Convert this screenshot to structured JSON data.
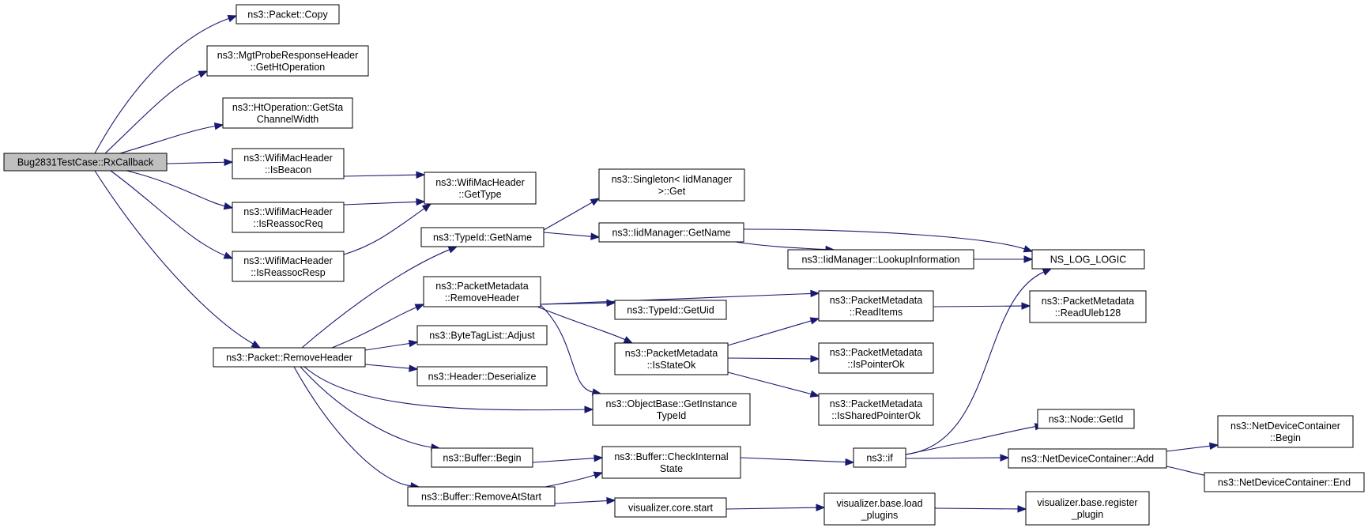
{
  "diagram": {
    "nodes": [
      {
        "id": "rx",
        "lines": [
          "Bug2831TestCase::RxCallback"
        ],
        "root": true
      },
      {
        "id": "copy",
        "lines": [
          "ns3::Packet::Copy"
        ]
      },
      {
        "id": "mgt",
        "lines": [
          "ns3::MgtProbeResponseHeader",
          "::GetHtOperation"
        ]
      },
      {
        "id": "htop",
        "lines": [
          "ns3::HtOperation::GetSta",
          "ChannelWidth"
        ]
      },
      {
        "id": "isbeacon",
        "lines": [
          "ns3::WifiMacHeader",
          "::IsBeacon"
        ]
      },
      {
        "id": "isreassocreq",
        "lines": [
          "ns3::WifiMacHeader",
          "::IsReassocReq"
        ]
      },
      {
        "id": "isreassocresp",
        "lines": [
          "ns3::WifiMacHeader",
          "::IsReassocResp"
        ]
      },
      {
        "id": "gettype",
        "lines": [
          "ns3::WifiMacHeader",
          "::GetType"
        ]
      },
      {
        "id": "removeheader",
        "lines": [
          "ns3::Packet::RemoveHeader"
        ]
      },
      {
        "id": "typeid_getname",
        "lines": [
          "ns3::TypeId::GetName"
        ]
      },
      {
        "id": "pm_removeheader",
        "lines": [
          "ns3::PacketMetadata",
          "::RemoveHeader"
        ]
      },
      {
        "id": "bytetag",
        "lines": [
          "ns3::ByteTagList::Adjust"
        ]
      },
      {
        "id": "deserialize",
        "lines": [
          "ns3::Header::Deserialize"
        ]
      },
      {
        "id": "buf_begin",
        "lines": [
          "ns3::Buffer::Begin"
        ]
      },
      {
        "id": "buf_removeatstart",
        "lines": [
          "ns3::Buffer::RemoveAtStart"
        ]
      },
      {
        "id": "singleton",
        "lines": [
          "ns3::Singleton< IidManager",
          ">::Get"
        ]
      },
      {
        "id": "iid_getname",
        "lines": [
          "ns3::IidManager::GetName"
        ]
      },
      {
        "id": "iid_lookup",
        "lines": [
          "ns3::IidManager::LookupInformation"
        ]
      },
      {
        "id": "getuid",
        "lines": [
          "ns3::TypeId::GetUid"
        ]
      },
      {
        "id": "isstateok",
        "lines": [
          "ns3::PacketMetadata",
          "::IsStateOk"
        ]
      },
      {
        "id": "objectbase",
        "lines": [
          "ns3::ObjectBase::GetInstance",
          "TypeId"
        ]
      },
      {
        "id": "checkinternal",
        "lines": [
          "ns3::Buffer::CheckInternal",
          "State"
        ]
      },
      {
        "id": "viz_core",
        "lines": [
          "visualizer.core.start"
        ]
      },
      {
        "id": "nslog",
        "lines": [
          "NS_LOG_LOGIC"
        ]
      },
      {
        "id": "readitems",
        "lines": [
          "ns3::PacketMetadata",
          "::ReadItems"
        ]
      },
      {
        "id": "ispointerok",
        "lines": [
          "ns3::PacketMetadata",
          "::IsPointerOk"
        ]
      },
      {
        "id": "issharedok",
        "lines": [
          "ns3::PacketMetadata",
          "::IsSharedPointerOk"
        ]
      },
      {
        "id": "nsif",
        "lines": [
          "ns3::if"
        ]
      },
      {
        "id": "viz_load",
        "lines": [
          "visualizer.base.load",
          "_plugins"
        ]
      },
      {
        "id": "readuleb",
        "lines": [
          "ns3::PacketMetadata",
          "::ReadUleb128"
        ]
      },
      {
        "id": "nodegetid",
        "lines": [
          "ns3::Node::GetId"
        ]
      },
      {
        "id": "ndc_add",
        "lines": [
          "ns3::NetDeviceContainer::Add"
        ]
      },
      {
        "id": "viz_register",
        "lines": [
          "visualizer.base.register",
          "_plugin"
        ]
      },
      {
        "id": "ndc_begin",
        "lines": [
          "ns3::NetDeviceContainer",
          "::Begin"
        ]
      },
      {
        "id": "ndc_end",
        "lines": [
          "ns3::NetDeviceContainer::End"
        ]
      }
    ],
    "edges": [
      [
        "rx",
        "copy"
      ],
      [
        "rx",
        "mgt"
      ],
      [
        "rx",
        "htop"
      ],
      [
        "rx",
        "isbeacon"
      ],
      [
        "rx",
        "isreassocreq"
      ],
      [
        "rx",
        "isreassocresp"
      ],
      [
        "rx",
        "removeheader"
      ],
      [
        "isbeacon",
        "gettype"
      ],
      [
        "isreassocreq",
        "gettype"
      ],
      [
        "isreassocresp",
        "gettype"
      ],
      [
        "removeheader",
        "typeid_getname"
      ],
      [
        "removeheader",
        "pm_removeheader"
      ],
      [
        "removeheader",
        "bytetag"
      ],
      [
        "removeheader",
        "deserialize"
      ],
      [
        "removeheader",
        "objectbase"
      ],
      [
        "removeheader",
        "buf_begin"
      ],
      [
        "removeheader",
        "buf_removeatstart"
      ],
      [
        "typeid_getname",
        "singleton"
      ],
      [
        "typeid_getname",
        "iid_getname"
      ],
      [
        "iid_getname",
        "iid_lookup"
      ],
      [
        "iid_getname",
        "nslog"
      ],
      [
        "iid_lookup",
        "nslog"
      ],
      [
        "pm_removeheader",
        "readitems"
      ],
      [
        "pm_removeheader",
        "getuid"
      ],
      [
        "pm_removeheader",
        "isstateok"
      ],
      [
        "pm_removeheader",
        "objectbase"
      ],
      [
        "isstateok",
        "readitems"
      ],
      [
        "isstateok",
        "ispointerok"
      ],
      [
        "isstateok",
        "issharedok"
      ],
      [
        "readitems",
        "readuleb"
      ],
      [
        "buf_begin",
        "checkinternal"
      ],
      [
        "buf_removeatstart",
        "checkinternal"
      ],
      [
        "buf_removeatstart",
        "viz_core"
      ],
      [
        "checkinternal",
        "nsif"
      ],
      [
        "nsif",
        "nslog"
      ],
      [
        "nsif",
        "nodegetid"
      ],
      [
        "nsif",
        "ndc_add"
      ],
      [
        "ndc_add",
        "ndc_begin"
      ],
      [
        "ndc_add",
        "ndc_end"
      ],
      [
        "viz_core",
        "viz_load"
      ],
      [
        "viz_load",
        "viz_register"
      ]
    ]
  }
}
